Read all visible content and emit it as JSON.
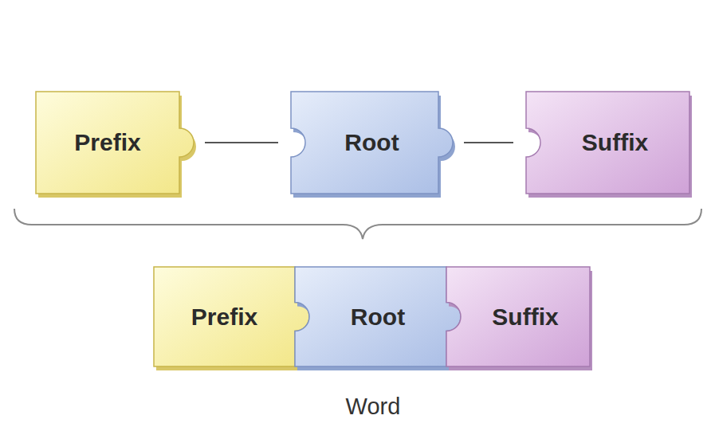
{
  "diagram": {
    "caption": "Word",
    "nodes": [
      {
        "text": [
          "Prefix"
        ]
      },
      {
        "text": [
          "Root"
        ]
      },
      {
        "text": [
          "Suffix"
        ]
      },
      {
        "text": [
          "Prefix"
        ]
      },
      {
        "text": [
          "Root"
        ]
      },
      {
        "text": [
          "Suffix"
        ]
      }
    ],
    "edges": [
      {
        "from": 0,
        "to": 1,
        "arrow": "none"
      },
      {
        "from": 1,
        "to": 2,
        "arrow": "none"
      }
    ]
  }
}
